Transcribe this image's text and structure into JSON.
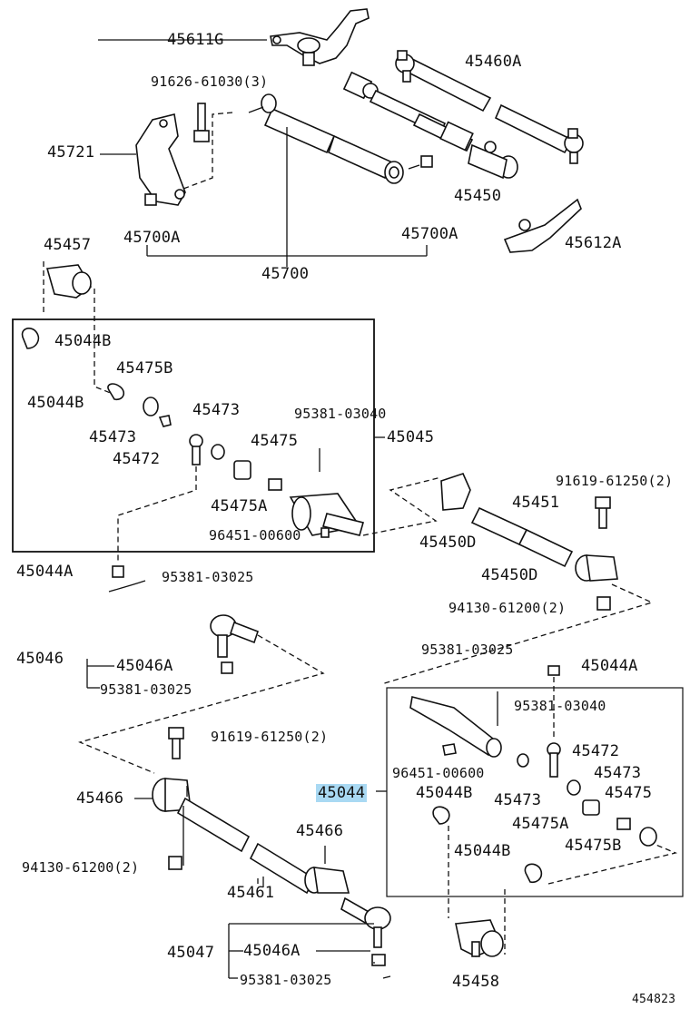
{
  "diagram": {
    "labels": {
      "l45611G": "45611G",
      "l45460A": "45460A",
      "l91626": "91626-61030(3)",
      "l45721": "45721",
      "l45450a": "45450",
      "l45700Aleft": "45700A",
      "l45700Aright": "45700A",
      "l45612A": "45612A",
      "l45457": "45457",
      "l45700": "45700",
      "l45044B_1": "45044B",
      "l45475B_1": "45475B",
      "l45044B_2": "45044B",
      "l45473_1": "45473",
      "l45473_2": "45473",
      "l95381_03040_1": "95381-03040",
      "l45472_1": "45472",
      "l45475_1": "45475",
      "l45045": "45045",
      "l45475A_1": "45475A",
      "l91619_1": "91619-61250(2)",
      "l45451": "45451",
      "l96451_1": "96451-00600",
      "l45450D_1": "45450D",
      "l45450D_2": "45450D",
      "l45044A_1": "45044A",
      "l95381_03025_1": "95381-03025",
      "l94130_1": "94130-61200(2)",
      "l45046": "45046",
      "l45046A_1": "45046A",
      "l95381_03025_2": "95381-03025",
      "l95381_03025_3": "95381-03025",
      "l45044A_2": "45044A",
      "l95381_03040_2": "95381-03040",
      "l91619_2": "91619-61250(2)",
      "l45472_2": "45472",
      "l96451_2": "96451-00600",
      "l45473_3": "45473",
      "l45466_1": "45466",
      "l45044": "45044",
      "l45044B_3": "45044B",
      "l45473_4": "45473",
      "l45475_2": "45475",
      "l45475A_2": "45475A",
      "l45466_2": "45466",
      "l45044B_4": "45044B",
      "l45475B_2": "45475B",
      "l94130_2": "94130-61200(2)",
      "l45461": "45461",
      "l45047": "45047",
      "l45046A_2": "45046A",
      "l45458": "45458",
      "l95381_03025_4": "95381-03025",
      "ref": "454823"
    }
  }
}
